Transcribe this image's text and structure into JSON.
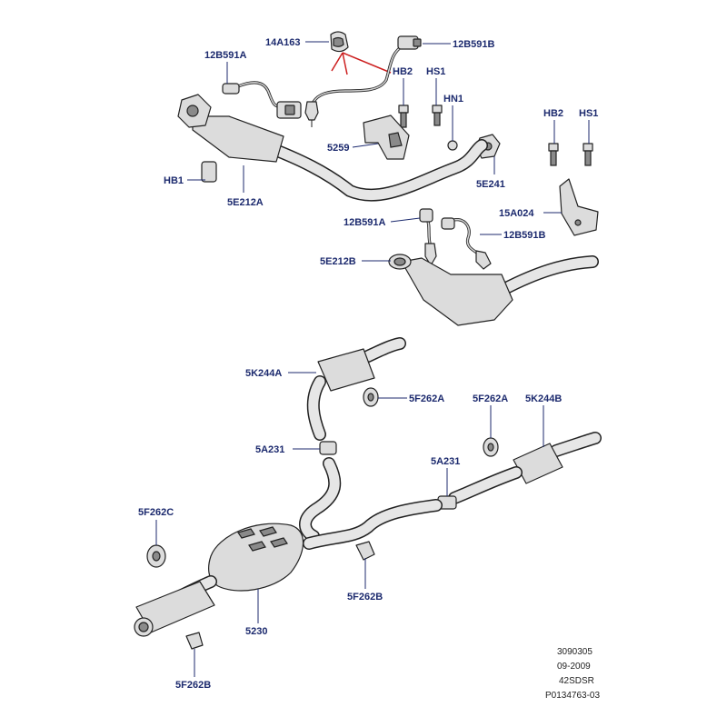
{
  "callouts": [
    {
      "id": "c1",
      "text": "14A163"
    },
    {
      "id": "c2",
      "text": "12B591B"
    },
    {
      "id": "c3",
      "text": "12B591A"
    },
    {
      "id": "c4",
      "text": "HB2"
    },
    {
      "id": "c5",
      "text": "HS1"
    },
    {
      "id": "c6",
      "text": "HN1"
    },
    {
      "id": "c7",
      "text": "HB2"
    },
    {
      "id": "c8",
      "text": "HS1"
    },
    {
      "id": "c9",
      "text": "5259"
    },
    {
      "id": "c10",
      "text": "5E241"
    },
    {
      "id": "c11",
      "text": "HB1"
    },
    {
      "id": "c12",
      "text": "5E212A"
    },
    {
      "id": "c13",
      "text": "15A024"
    },
    {
      "id": "c14",
      "text": "12B591A"
    },
    {
      "id": "c15",
      "text": "12B591B"
    },
    {
      "id": "c16",
      "text": "5E212B"
    },
    {
      "id": "c17",
      "text": "5K244A"
    },
    {
      "id": "c18",
      "text": "5F262A"
    },
    {
      "id": "c19",
      "text": "5F262A"
    },
    {
      "id": "c20",
      "text": "5K244B"
    },
    {
      "id": "c21",
      "text": "5A231"
    },
    {
      "id": "c22",
      "text": "5A231"
    },
    {
      "id": "c23",
      "text": "5F262C"
    },
    {
      "id": "c24",
      "text": "5F262B"
    },
    {
      "id": "c25",
      "text": "5230"
    },
    {
      "id": "c26",
      "text": "5F262B"
    }
  ],
  "footer": {
    "line1": "3090305",
    "line2": "09-2009",
    "line3": "42SDSR",
    "line4": "P0134763-03"
  },
  "colors": {
    "callout_text": "#1c2a6e",
    "leader_line": "#1c2a6e",
    "highlight_line": "#cc1e1e",
    "part_outline": "#222222",
    "part_fill": "#dcdcdc"
  }
}
